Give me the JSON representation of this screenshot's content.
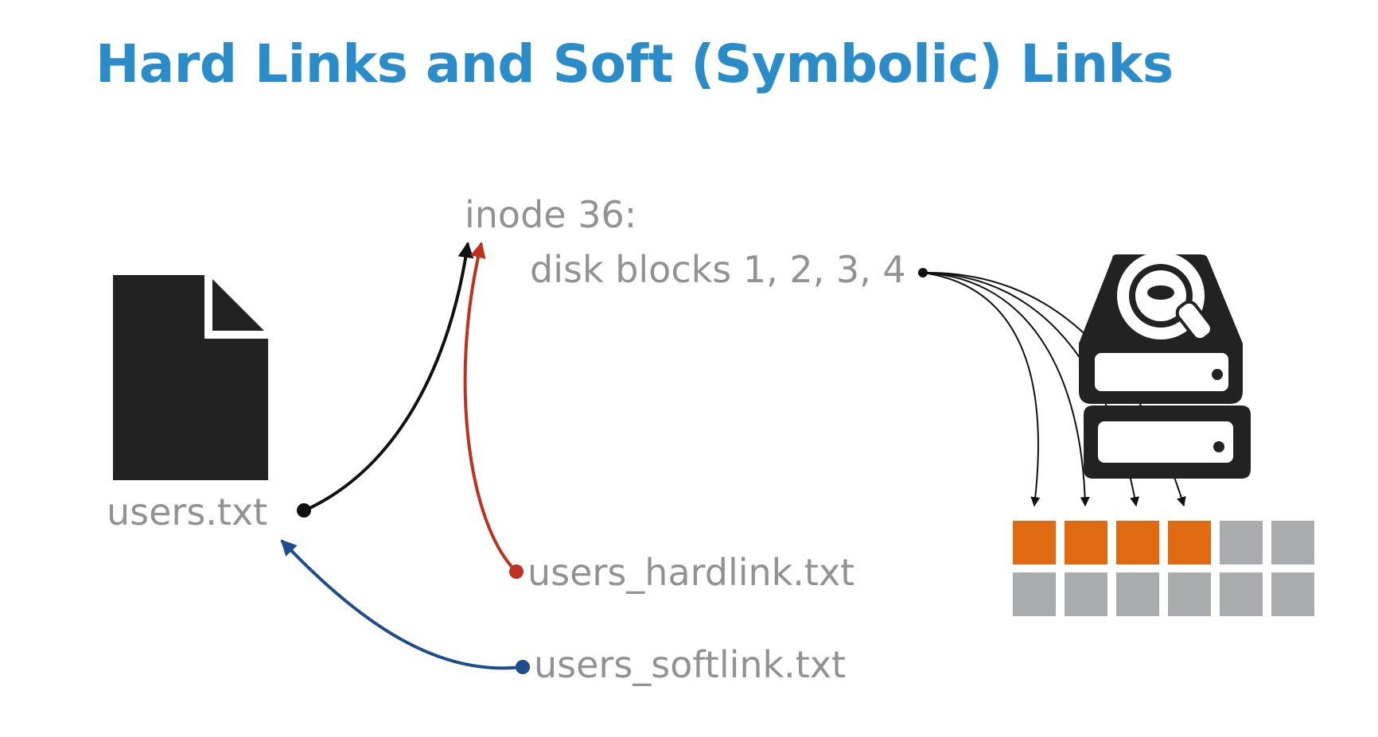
{
  "title": "Hard Links and Soft (Symbolic) Links",
  "file": {
    "name": "users.txt"
  },
  "inode": {
    "label": "inode 36:",
    "blocks_label": "disk blocks 1, 2, 3, 4"
  },
  "hardlink": {
    "name": "users_hardlink.txt"
  },
  "softlink": {
    "name": "users_softlink.txt"
  },
  "colors": {
    "title": "#2a8dc9",
    "text": "#929292",
    "hard_link_arrow": "#c0301f",
    "soft_link_arrow": "#1d4d8a",
    "file_link_arrow": "#111111",
    "used_block": "#e06a12",
    "free_block": "#a9abac",
    "icon": "#222222"
  },
  "icons": [
    "document-icon",
    "hard-drive-icon"
  ],
  "disk_blocks": {
    "rows": 2,
    "columns": 6,
    "used_blocks": [
      1,
      2,
      3,
      4
    ]
  }
}
